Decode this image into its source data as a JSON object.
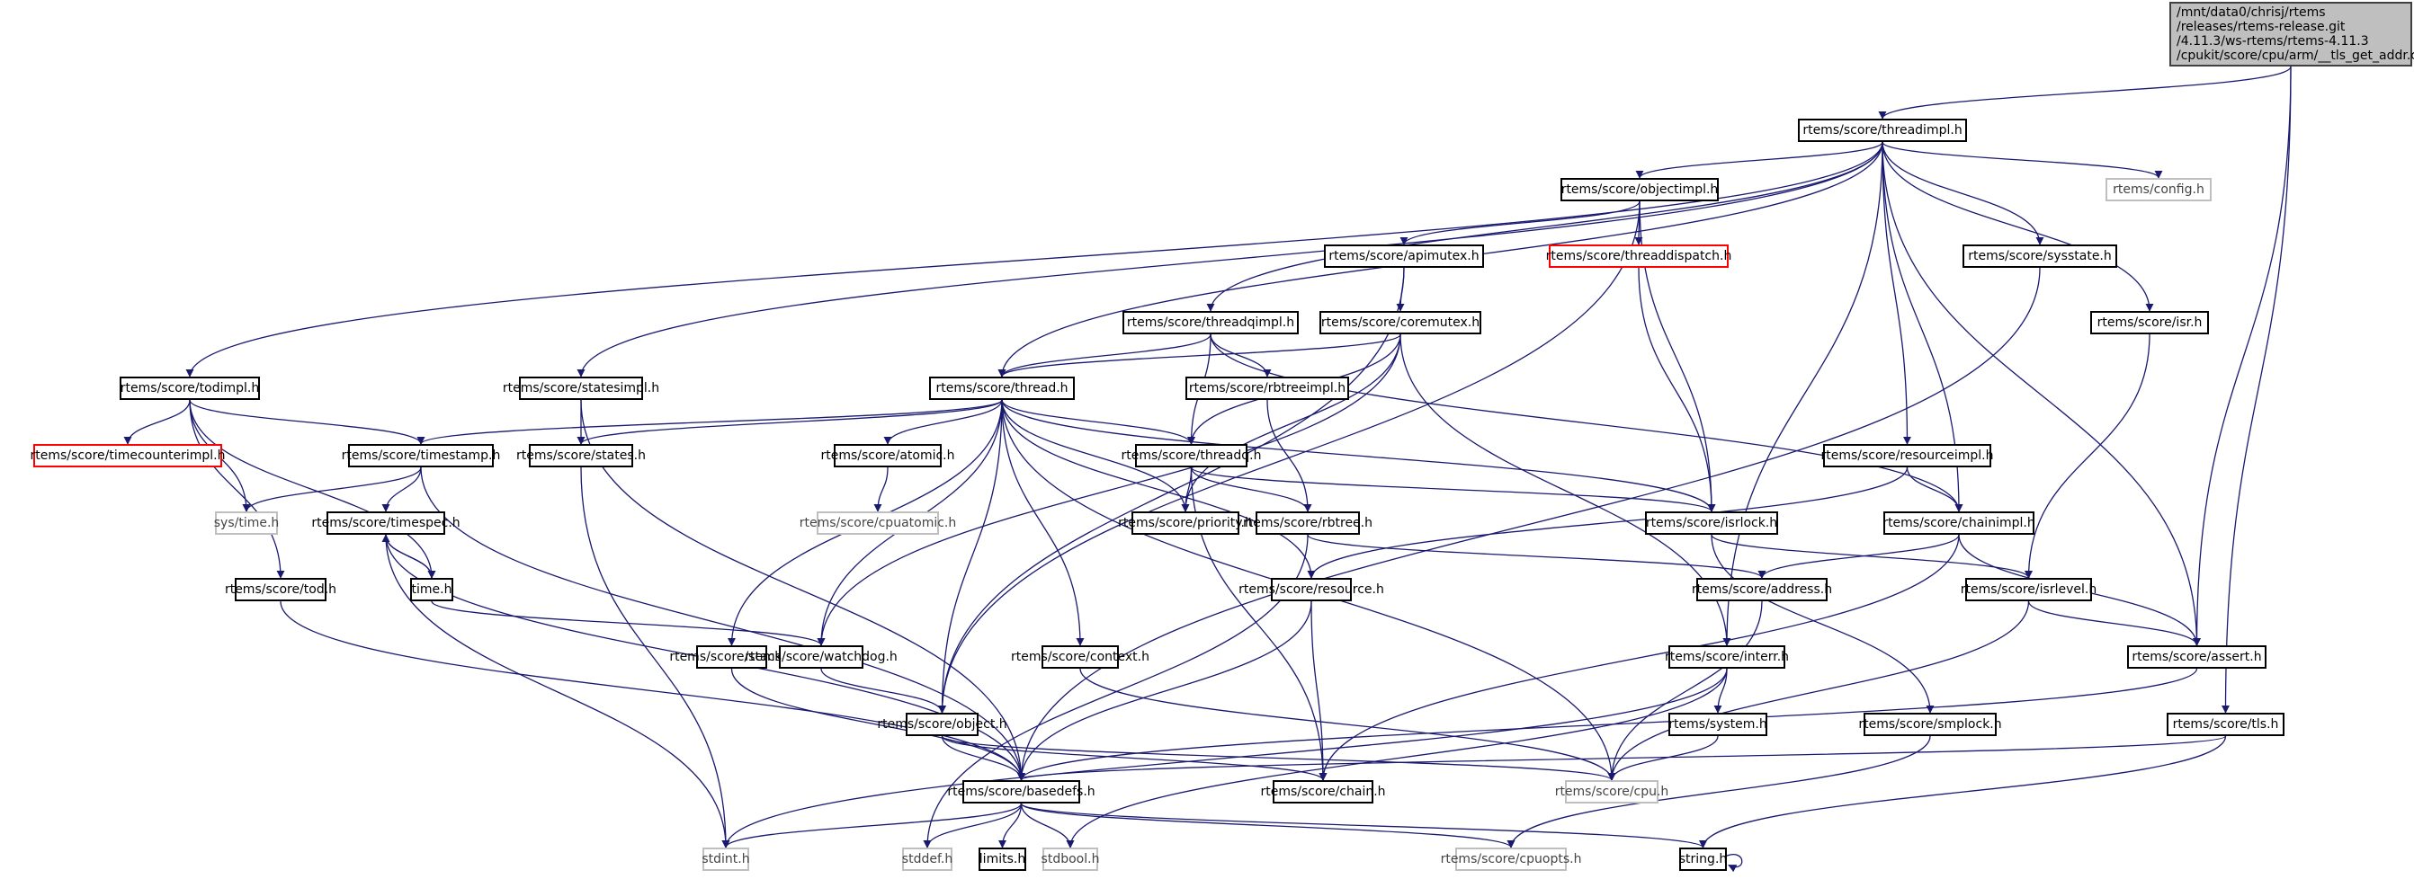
{
  "graph": {
    "title": "Include dependency graph for __tls_get_addr.c",
    "edge_color": "#191970",
    "root": {
      "id": "root",
      "lines": [
        "/mnt/data0/chrisj/rtems",
        "/releases/rtems-release.git",
        "/4.11.3/ws-rtems/rtems-4.11.3",
        "/cpukit/score/cpu/arm/__tls_get_addr.c"
      ]
    },
    "nodes": [
      {
        "id": "threadimpl",
        "label": "rtems/score/threadimpl.h",
        "kind": "normal"
      },
      {
        "id": "objectimpl",
        "label": "rtems/score/objectimpl.h",
        "kind": "normal"
      },
      {
        "id": "config",
        "label": "rtems/config.h",
        "kind": "external"
      },
      {
        "id": "threaddispatch",
        "label": "rtems/score/threaddispatch.h",
        "kind": "truncated"
      },
      {
        "id": "sysstate",
        "label": "rtems/score/sysstate.h",
        "kind": "normal"
      },
      {
        "id": "apimutex",
        "label": "rtems/score/apimutex.h",
        "kind": "normal"
      },
      {
        "id": "isr",
        "label": "rtems/score/isr.h",
        "kind": "normal"
      },
      {
        "id": "threadqimpl",
        "label": "rtems/score/threadqimpl.h",
        "kind": "normal"
      },
      {
        "id": "coremutex",
        "label": "rtems/score/coremutex.h",
        "kind": "normal"
      },
      {
        "id": "todimpl",
        "label": "rtems/score/todimpl.h",
        "kind": "normal"
      },
      {
        "id": "statesimpl",
        "label": "rtems/score/statesimpl.h",
        "kind": "normal"
      },
      {
        "id": "thread",
        "label": "rtems/score/thread.h",
        "kind": "normal"
      },
      {
        "id": "rbtreeimpl",
        "label": "rtems/score/rbtreeimpl.h",
        "kind": "normal"
      },
      {
        "id": "timecounterimpl",
        "label": "rtems/score/timecounterimpl.h",
        "kind": "truncated"
      },
      {
        "id": "timestamp",
        "label": "rtems/score/timestamp.h",
        "kind": "normal"
      },
      {
        "id": "states",
        "label": "rtems/score/states.h",
        "kind": "normal"
      },
      {
        "id": "atomic",
        "label": "rtems/score/atomic.h",
        "kind": "normal"
      },
      {
        "id": "threadq",
        "label": "rtems/score/threadq.h",
        "kind": "normal"
      },
      {
        "id": "resourceimpl",
        "label": "rtems/score/resourceimpl.h",
        "kind": "normal"
      },
      {
        "id": "systime",
        "label": "sys/time.h",
        "kind": "external"
      },
      {
        "id": "cpuatomic",
        "label": "rtems/score/cpuatomic.h",
        "kind": "external"
      },
      {
        "id": "timespec",
        "label": "rtems/score/timespec.h",
        "kind": "normal"
      },
      {
        "id": "priority",
        "label": "rtems/score/priority.h",
        "kind": "normal"
      },
      {
        "id": "rbtree",
        "label": "rtems/score/rbtree.h",
        "kind": "normal"
      },
      {
        "id": "isrlock",
        "label": "rtems/score/isrlock.h",
        "kind": "normal"
      },
      {
        "id": "chainimpl",
        "label": "rtems/score/chainimpl.h",
        "kind": "normal"
      },
      {
        "id": "tod",
        "label": "rtems/score/tod.h",
        "kind": "normal"
      },
      {
        "id": "timeh",
        "label": "time.h",
        "kind": "normal"
      },
      {
        "id": "resource",
        "label": "rtems/score/resource.h",
        "kind": "normal"
      },
      {
        "id": "address",
        "label": "rtems/score/address.h",
        "kind": "normal"
      },
      {
        "id": "isrlevel",
        "label": "rtems/score/isrlevel.h",
        "kind": "normal"
      },
      {
        "id": "stack",
        "label": "rtems/score/stack.h",
        "kind": "normal"
      },
      {
        "id": "watchdog",
        "label": "rtems/score/watchdog.h",
        "kind": "normal"
      },
      {
        "id": "context",
        "label": "rtems/score/context.h",
        "kind": "normal"
      },
      {
        "id": "interr",
        "label": "rtems/score/interr.h",
        "kind": "normal"
      },
      {
        "id": "assert",
        "label": "rtems/score/assert.h",
        "kind": "normal"
      },
      {
        "id": "object",
        "label": "rtems/score/object.h",
        "kind": "normal"
      },
      {
        "id": "system",
        "label": "rtems/system.h",
        "kind": "normal"
      },
      {
        "id": "smplock",
        "label": "rtems/score/smplock.h",
        "kind": "normal"
      },
      {
        "id": "tls",
        "label": "rtems/score/tls.h",
        "kind": "normal"
      },
      {
        "id": "basedefs",
        "label": "rtems/score/basedefs.h",
        "kind": "normal"
      },
      {
        "id": "chain",
        "label": "rtems/score/chain.h",
        "kind": "normal"
      },
      {
        "id": "cpu",
        "label": "rtems/score/cpu.h",
        "kind": "external"
      },
      {
        "id": "stdint",
        "label": "stdint.h",
        "kind": "external"
      },
      {
        "id": "stddef",
        "label": "stddef.h",
        "kind": "external"
      },
      {
        "id": "limits",
        "label": "limits.h",
        "kind": "normal"
      },
      {
        "id": "stdbool",
        "label": "stdbool.h",
        "kind": "external"
      },
      {
        "id": "cpuopts",
        "label": "rtems/score/cpuopts.h",
        "kind": "external"
      },
      {
        "id": "string",
        "label": "string.h",
        "kind": "normal"
      }
    ],
    "edges": [
      [
        "root",
        "threadimpl"
      ],
      [
        "root",
        "assert"
      ],
      [
        "root",
        "tls"
      ],
      [
        "threadimpl",
        "objectimpl"
      ],
      [
        "threadimpl",
        "config"
      ],
      [
        "threadimpl",
        "sysstate"
      ],
      [
        "threadimpl",
        "isr"
      ],
      [
        "threadimpl",
        "todimpl"
      ],
      [
        "threadimpl",
        "statesimpl"
      ],
      [
        "threadimpl",
        "thread"
      ],
      [
        "threadimpl",
        "threadqimpl"
      ],
      [
        "threadimpl",
        "resourceimpl"
      ],
      [
        "threadimpl",
        "chainimpl"
      ],
      [
        "threadimpl",
        "interr"
      ],
      [
        "threadimpl",
        "assert"
      ],
      [
        "objectimpl",
        "apimutex"
      ],
      [
        "objectimpl",
        "threaddispatch"
      ],
      [
        "objectimpl",
        "isrlock"
      ],
      [
        "objectimpl",
        "object"
      ],
      [
        "threaddispatch",
        "isrlock"
      ],
      [
        "apimutex",
        "coremutex"
      ],
      [
        "apimutex",
        "object"
      ],
      [
        "coremutex",
        "thread"
      ],
      [
        "coremutex",
        "threadq"
      ],
      [
        "coremutex",
        "priority"
      ],
      [
        "coremutex",
        "interr"
      ],
      [
        "coremutex",
        "watchdog"
      ],
      [
        "threadqimpl",
        "thread"
      ],
      [
        "threadqimpl",
        "threadq"
      ],
      [
        "threadqimpl",
        "rbtreeimpl"
      ],
      [
        "threadqimpl",
        "chainimpl"
      ],
      [
        "rbtreeimpl",
        "rbtree"
      ],
      [
        "todimpl",
        "timecounterimpl"
      ],
      [
        "todimpl",
        "timestamp"
      ],
      [
        "todimpl",
        "systime"
      ],
      [
        "todimpl",
        "tod"
      ],
      [
        "todimpl",
        "timeh"
      ],
      [
        "statesimpl",
        "states"
      ],
      [
        "statesimpl",
        "basedefs"
      ],
      [
        "thread",
        "timestamp"
      ],
      [
        "thread",
        "states"
      ],
      [
        "thread",
        "atomic"
      ],
      [
        "thread",
        "threadq"
      ],
      [
        "thread",
        "priority"
      ],
      [
        "thread",
        "isrlock"
      ],
      [
        "thread",
        "resource"
      ],
      [
        "thread",
        "stack"
      ],
      [
        "thread",
        "watchdog"
      ],
      [
        "thread",
        "object"
      ],
      [
        "thread",
        "context"
      ],
      [
        "thread",
        "cpu"
      ],
      [
        "atomic",
        "cpuatomic"
      ],
      [
        "timestamp",
        "systime"
      ],
      [
        "timestamp",
        "timespec"
      ],
      [
        "timestamp",
        "basedefs"
      ],
      [
        "timespec",
        "timeh"
      ],
      [
        "timespec",
        "basedefs"
      ],
      [
        "timespec",
        "stdint"
      ],
      [
        "timeh",
        "timespec"
      ],
      [
        "timeh",
        "watchdog"
      ],
      [
        "states",
        "stdint"
      ],
      [
        "threadq",
        "priority"
      ],
      [
        "threadq",
        "rbtree"
      ],
      [
        "threadq",
        "isrlock"
      ],
      [
        "threadq",
        "chain"
      ],
      [
        "rbtree",
        "address"
      ],
      [
        "rbtree",
        "stddef"
      ],
      [
        "isrlock",
        "isrlevel"
      ],
      [
        "isrlock",
        "smplock"
      ],
      [
        "resourceimpl",
        "resource"
      ],
      [
        "resourceimpl",
        "chainimpl"
      ],
      [
        "chainimpl",
        "address"
      ],
      [
        "chainimpl",
        "assert"
      ],
      [
        "chainimpl",
        "chain"
      ],
      [
        "sysstate",
        "basedefs"
      ],
      [
        "isr",
        "isrlevel"
      ],
      [
        "tod",
        "basedefs"
      ],
      [
        "resource",
        "chain"
      ],
      [
        "resource",
        "basedefs"
      ],
      [
        "address",
        "cpu"
      ],
      [
        "isrlevel",
        "assert"
      ],
      [
        "isrlevel",
        "cpu"
      ],
      [
        "stack",
        "basedefs"
      ],
      [
        "watchdog",
        "object"
      ],
      [
        "context",
        "cpu"
      ],
      [
        "interr",
        "system"
      ],
      [
        "interr",
        "stdbool"
      ],
      [
        "interr",
        "stdint"
      ],
      [
        "assert",
        "basedefs"
      ],
      [
        "object",
        "basedefs"
      ],
      [
        "object",
        "chain"
      ],
      [
        "object",
        "cpu"
      ],
      [
        "system",
        "cpu"
      ],
      [
        "smplock",
        "cpuopts"
      ],
      [
        "tls",
        "basedefs"
      ],
      [
        "tls",
        "string"
      ],
      [
        "basedefs",
        "stdint"
      ],
      [
        "basedefs",
        "stddef"
      ],
      [
        "basedefs",
        "limits"
      ],
      [
        "basedefs",
        "stdbool"
      ],
      [
        "basedefs",
        "cpuopts"
      ],
      [
        "basedefs",
        "string"
      ],
      [
        "string",
        "string"
      ]
    ]
  }
}
